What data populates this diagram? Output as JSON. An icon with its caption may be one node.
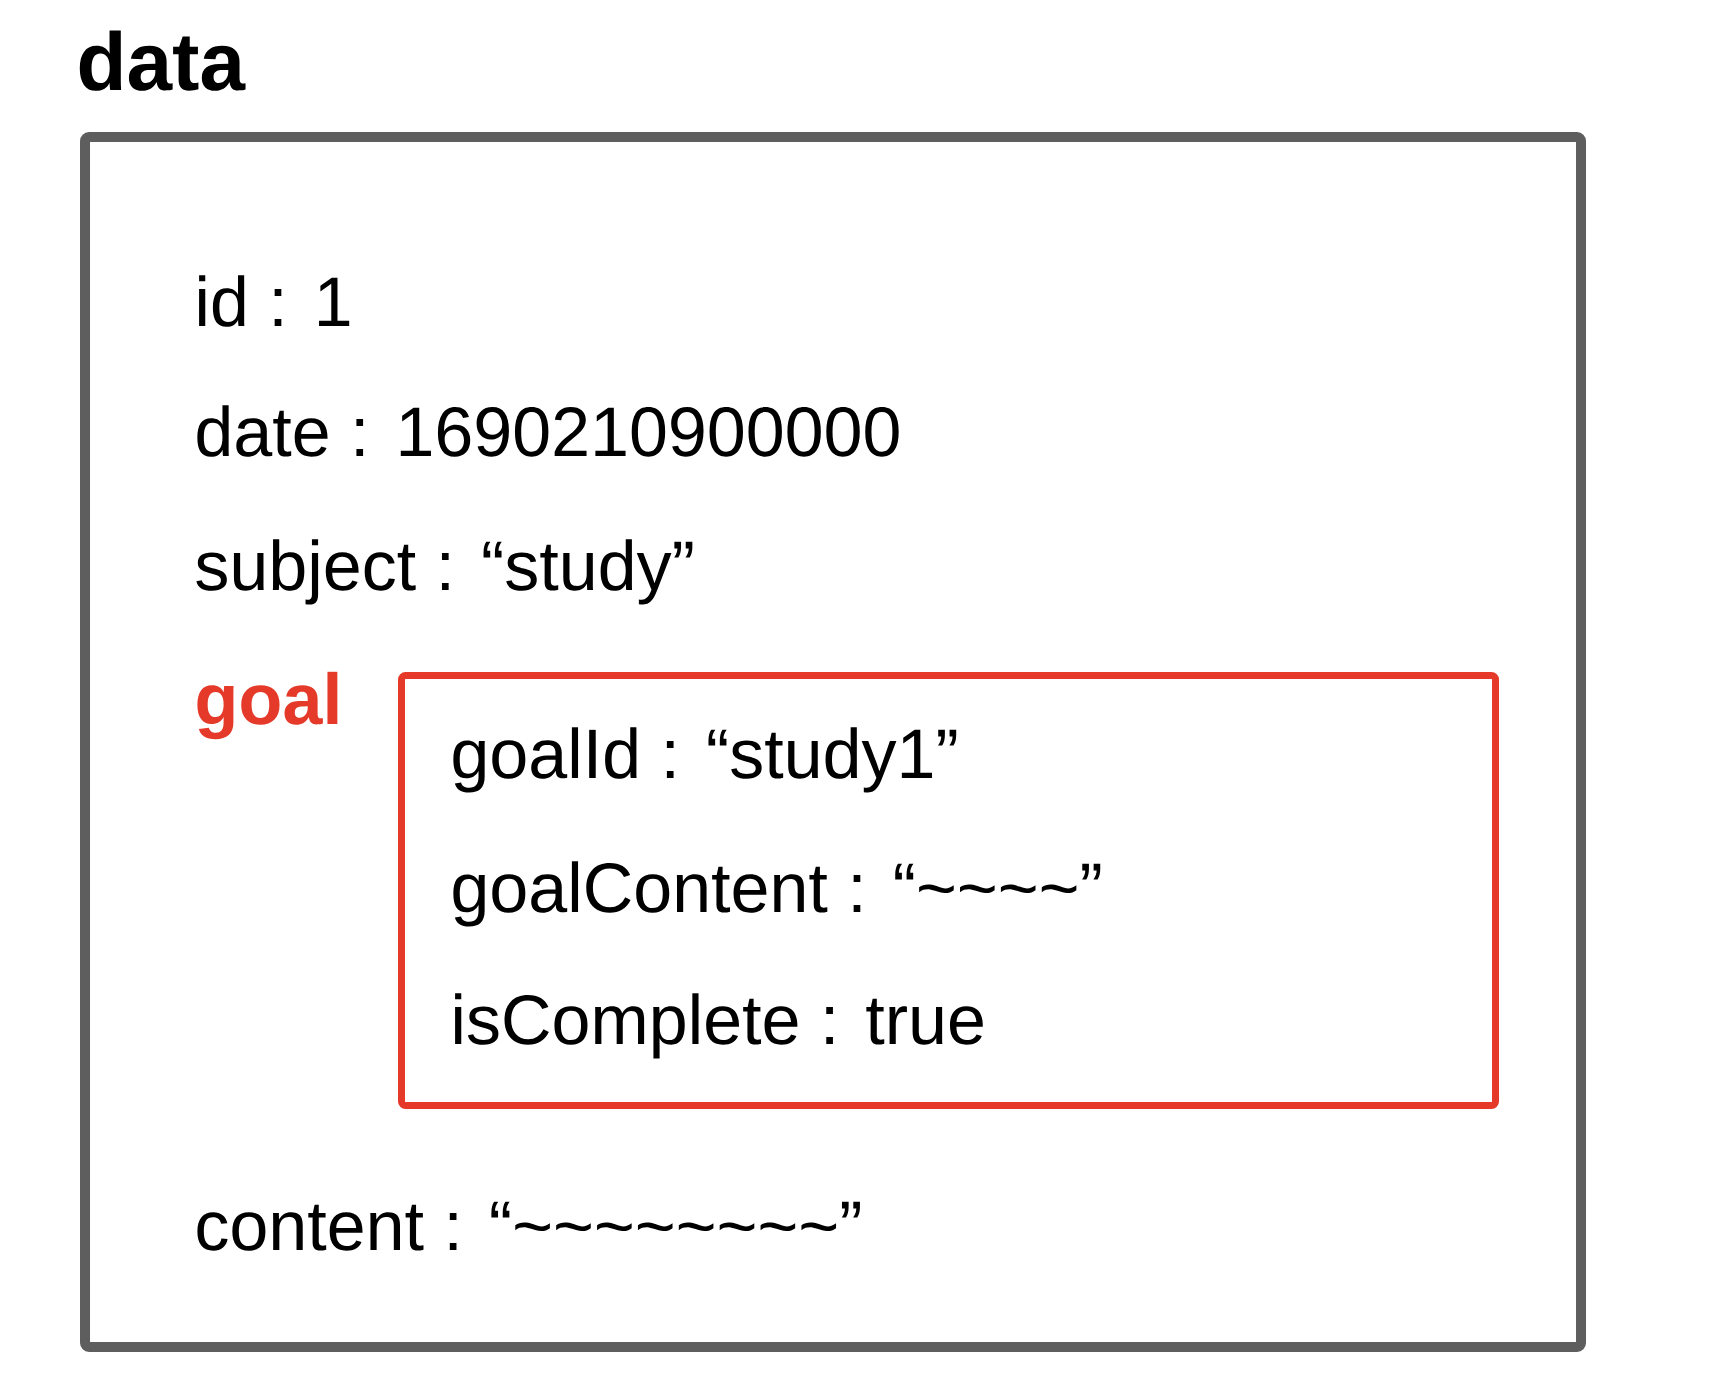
{
  "diagram": {
    "nodes": [
      {
        "text": [
          "data",
          "id : 1",
          "date : 1690210900000",
          "subject : “study”",
          "content : “~~~~~~~~”"
        ]
      },
      {
        "text": [
          "goal",
          "goalId : “study1”",
          "goalContent : “~~~~”",
          "isComplete : true"
        ],
        "in": 0
      }
    ]
  }
}
